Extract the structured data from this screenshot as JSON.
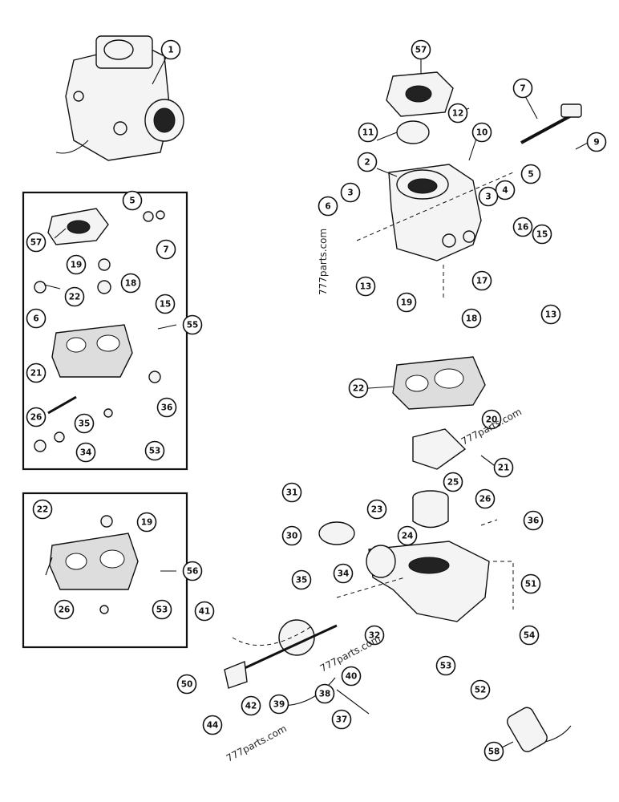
{
  "watermarks": [
    "777parts.com",
    "777parts.com",
    "777parts.com",
    "777parts.com"
  ],
  "labels": [
    "1",
    "57",
    "7",
    "12",
    "11",
    "10",
    "9",
    "2",
    "5",
    "4",
    "3",
    "3",
    "6",
    "16",
    "15",
    "13",
    "17",
    "13",
    "19",
    "18",
    "22",
    "20",
    "21",
    "5",
    "7",
    "57",
    "19",
    "18",
    "6",
    "22",
    "15",
    "55",
    "21",
    "36",
    "26",
    "35",
    "34",
    "53",
    "22",
    "19",
    "56",
    "26",
    "53",
    "31",
    "25",
    "23",
    "26",
    "36",
    "30",
    "24",
    "35",
    "34",
    "51",
    "41",
    "32",
    "54",
    "40",
    "50",
    "42",
    "38",
    "39",
    "53",
    "52",
    "44",
    "37",
    "58"
  ]
}
